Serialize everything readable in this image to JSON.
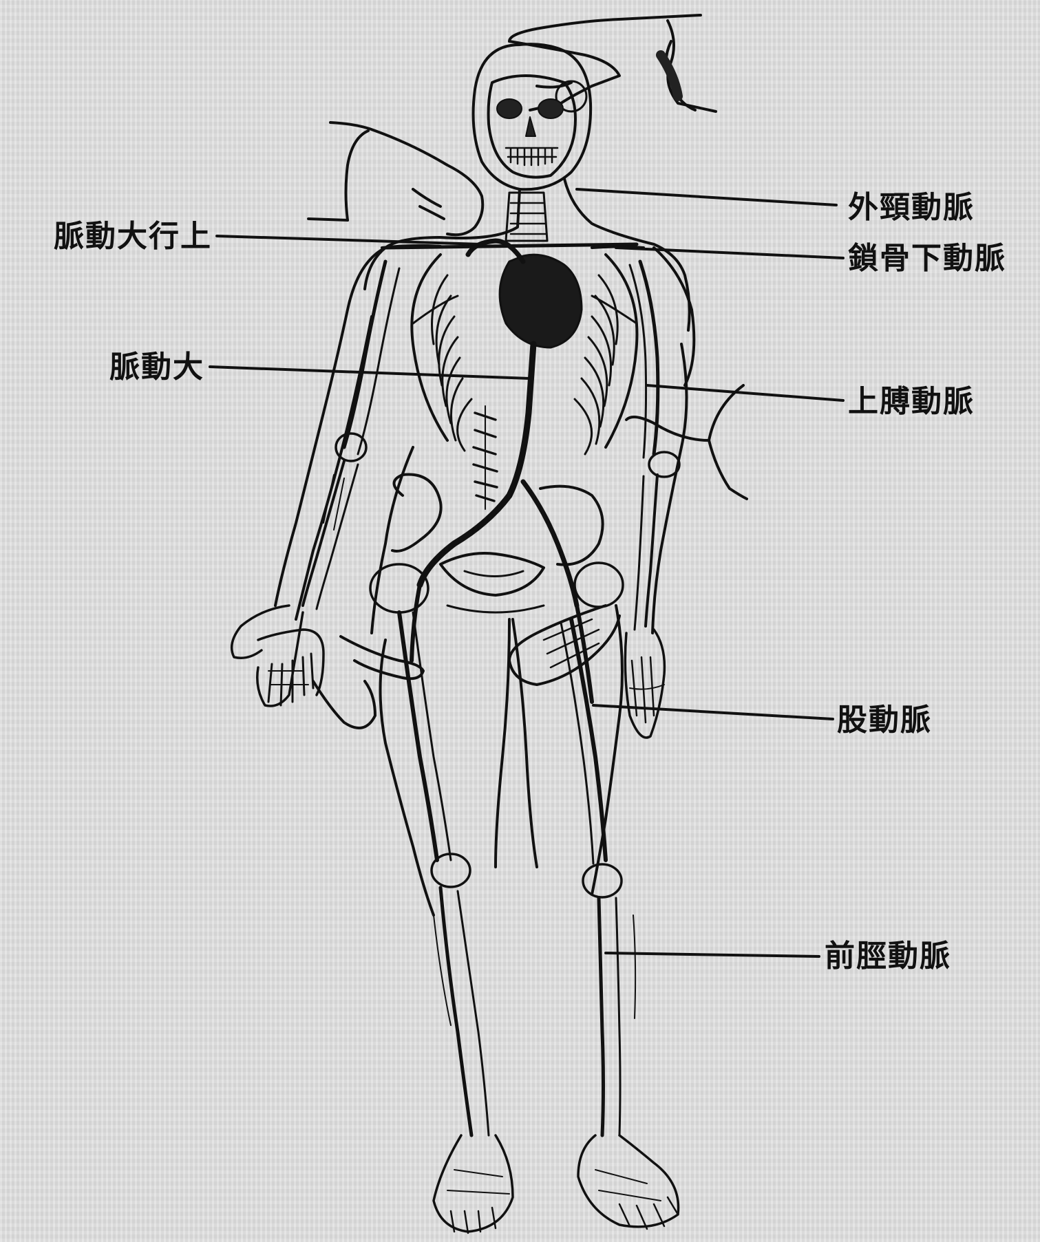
{
  "labels": {
    "external_carotid": "外頸動脈",
    "ascending_aorta": "上行大動脈",
    "subclavian": "鎖骨下動脈",
    "aorta": "大動脈",
    "brachial": "上膊動脈",
    "femoral": "股動脈",
    "anterior_tibial": "前脛動脈"
  },
  "colors": {
    "ink": "#111111",
    "paper": "#dcdcdc"
  }
}
